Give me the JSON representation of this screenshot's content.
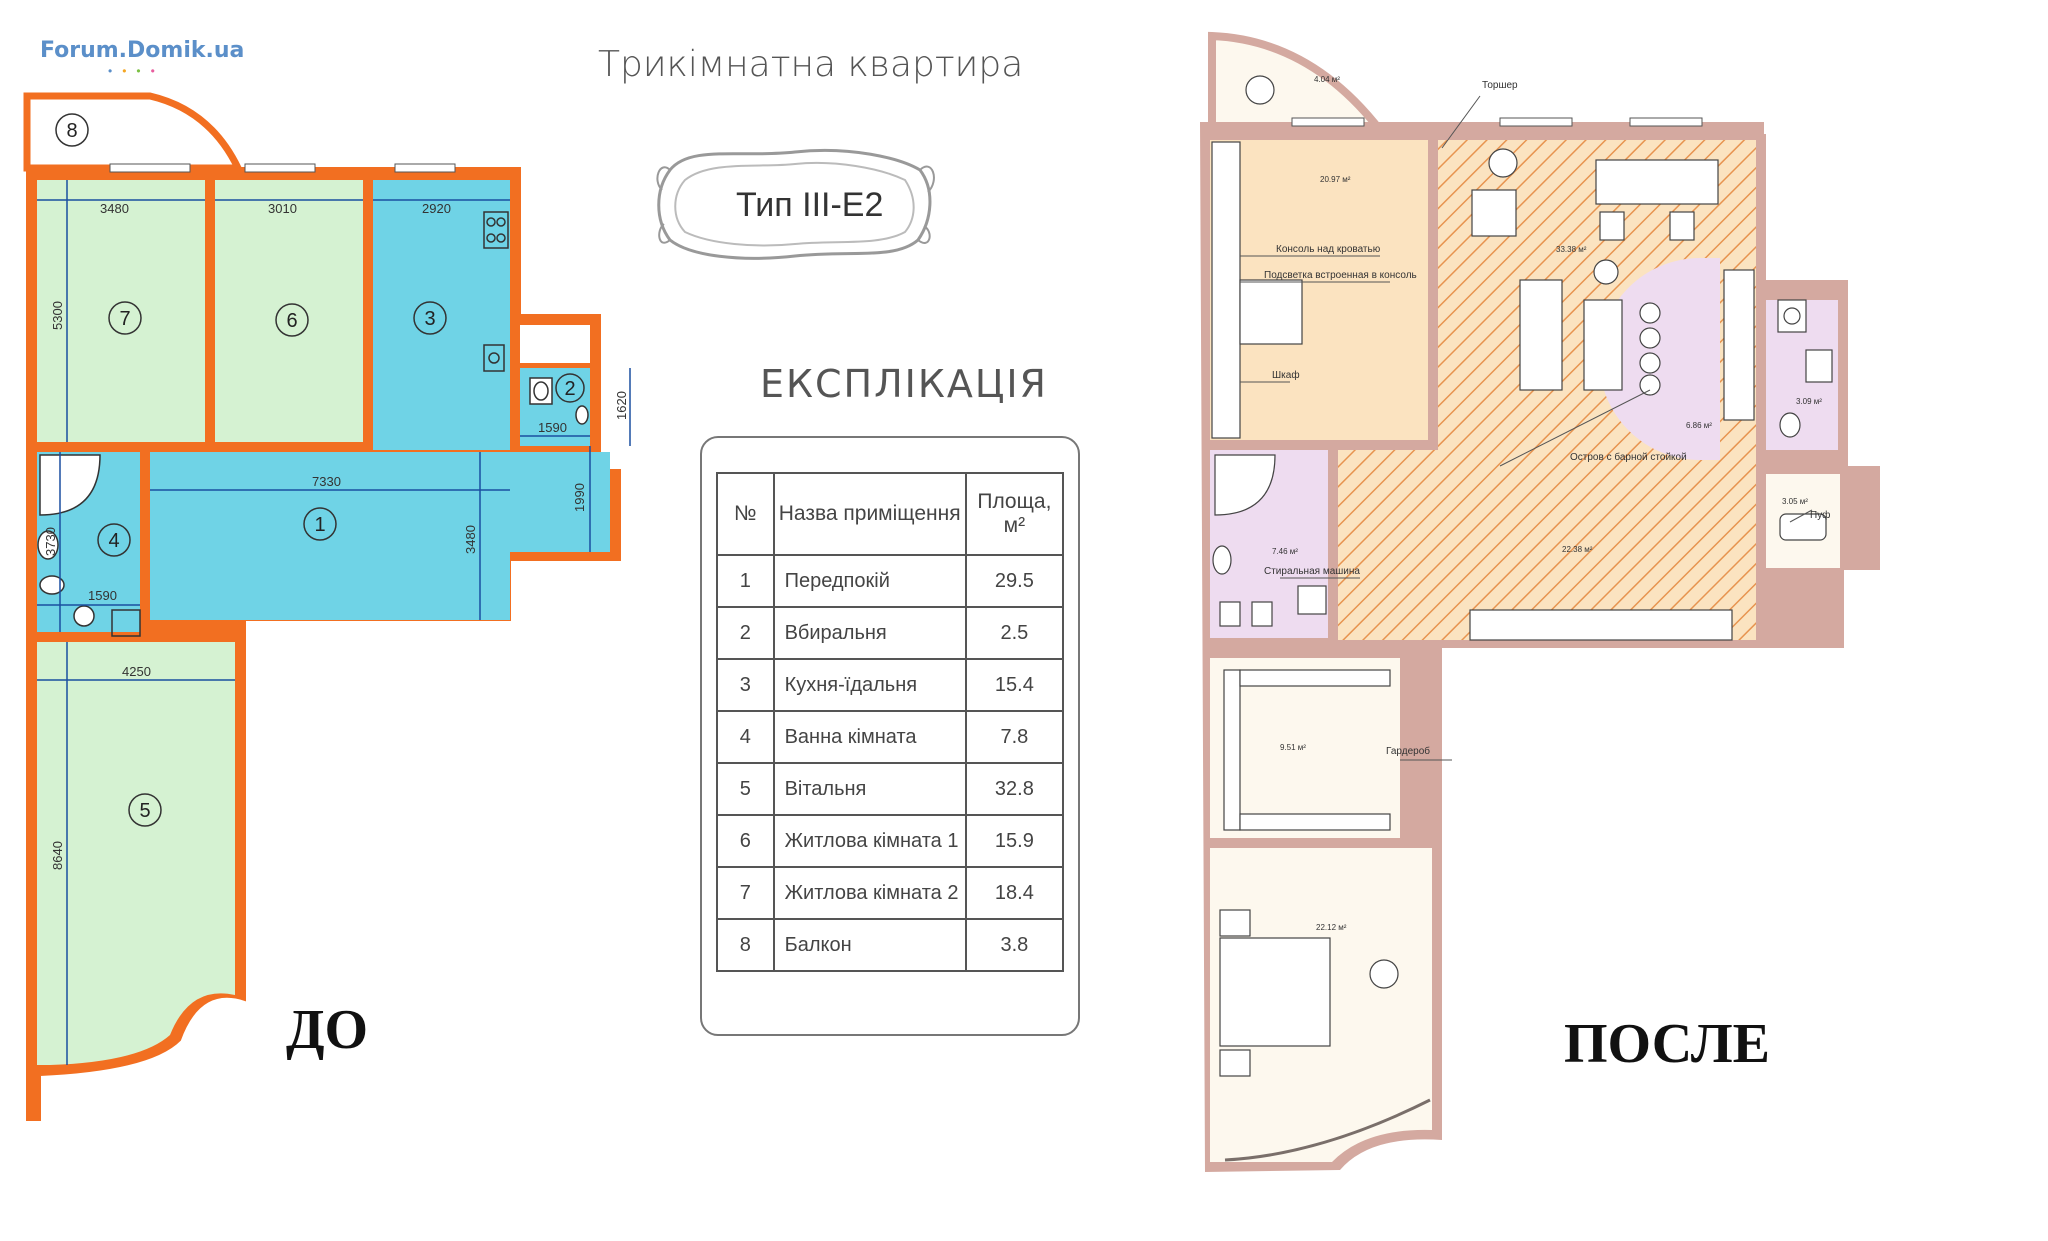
{
  "logo": {
    "text": "Forum.Domik.ua",
    "dots": "• • • •"
  },
  "title": "Трикімнатна квартира",
  "type_label": "Тип III-Е2",
  "explication_title": "ЕКСПЛІКАЦІЯ",
  "table": {
    "headers": {
      "num": "№",
      "name": "Назва приміщення",
      "area": "Площа, м²"
    },
    "rows": [
      {
        "num": "1",
        "name": "Передпокій",
        "area": "29.5"
      },
      {
        "num": "2",
        "name": "Вбиральня",
        "area": "2.5"
      },
      {
        "num": "3",
        "name": "Кухня-їдальня",
        "area": "15.4"
      },
      {
        "num": "4",
        "name": "Ванна кімната",
        "area": "7.8"
      },
      {
        "num": "5",
        "name": "Вітальня",
        "area": "32.8"
      },
      {
        "num": "6",
        "name": "Житлова кімната 1",
        "area": "15.9"
      },
      {
        "num": "7",
        "name": "Житлова кімната 2",
        "area": "18.4"
      },
      {
        "num": "8",
        "name": "Балкон",
        "area": "3.8"
      }
    ]
  },
  "before": {
    "label": "ДО",
    "room_numbers": [
      "1",
      "2",
      "3",
      "4",
      "5",
      "6",
      "7",
      "8"
    ],
    "dimensions": {
      "d3480_top": "3480",
      "d3010": "3010",
      "d2920": "2920",
      "d5300": "5300",
      "d7330": "7330",
      "d1590_wc": "1590",
      "d1620": "1620",
      "d1990": "1990",
      "d3480_side": "3480",
      "d3730": "3730",
      "d1590_bath": "1590",
      "d4250": "4250",
      "d8640": "8640"
    },
    "colors": {
      "wall": "#f26f21",
      "green_room": "#d5f2d2",
      "blue_room": "#6fd3e6",
      "dim_line": "#1a4fa0"
    }
  },
  "after": {
    "label": "ПОСЛЕ",
    "labels": {
      "torsher": "Торшер",
      "console": "Консоль над кроватью",
      "lighting": "Подсветка встроенная в консоль",
      "wardrobe": "Шкаф",
      "island": "Остров с барной стойкой",
      "washer": "Стиральная машина",
      "dressing": "Гардероб",
      "pouf": "Пуф"
    },
    "areas": {
      "balcony": "4.04 м²",
      "bedroom": "20.97 м²",
      "living": "33.38 м²",
      "kitchen_arc": "6.86 м²",
      "bath": "7.46 м²",
      "wc": "3.09 м²",
      "entry": "3.05 м²",
      "hall": "22.38 м²",
      "dressing": "9.51 м²",
      "bedroom2": "22.12 м²"
    },
    "colors": {
      "wall": "#d4a9a0",
      "bedroom_fill": "#fbe3c0",
      "hatch": "#e79450",
      "lilac": "#eedcf0",
      "cream": "#fdf8ee"
    }
  }
}
